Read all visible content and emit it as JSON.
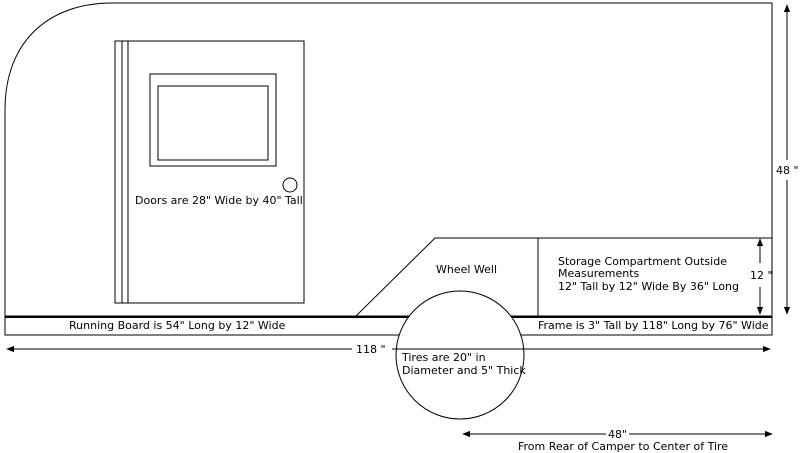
{
  "labels": {
    "door": "Doors are 28\" Wide by 40\" Tall",
    "wheel_well": "Wheel Well",
    "storage_line1": "Storage Compartment Outside",
    "storage_line2": "Measurements",
    "storage_line3": "12\" Tall by 12\" Wide By 36\" Long",
    "running_board": "Running Board is 54\" Long by 12\" Wide",
    "frame": "Frame  is 3\" Tall by 118\" Long by 76\" Wide",
    "tires_line1": "Tires are 20\" in",
    "tires_line2": "Diameter and 5\" Thick",
    "rear_to_tire_line2": "From Rear of Camper to Center of Tire"
  },
  "dimensions": {
    "height": "48 \"",
    "storage_height": "12 \"",
    "length": "118 \"",
    "rear_to_tire": "48\""
  }
}
